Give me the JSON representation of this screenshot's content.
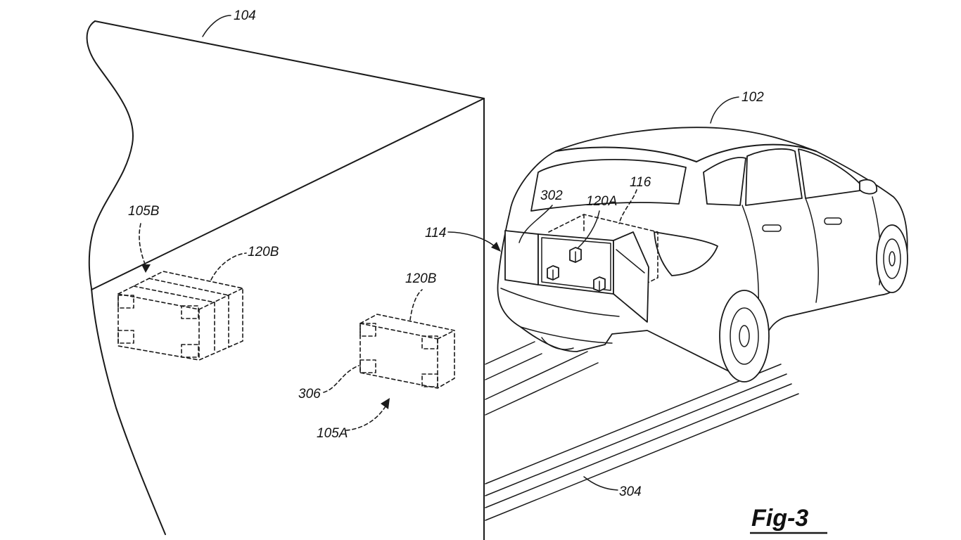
{
  "figure": {
    "caption": "Fig-3"
  },
  "labels": {
    "wall": "104",
    "vehicle": "102",
    "storage_left": "105B",
    "storage_right": "105A",
    "box_left": "120B",
    "box_right": "120B",
    "container": "120A",
    "compartment": "116",
    "door": "302",
    "tailgate": "114",
    "foot": "306",
    "rails": "304"
  }
}
